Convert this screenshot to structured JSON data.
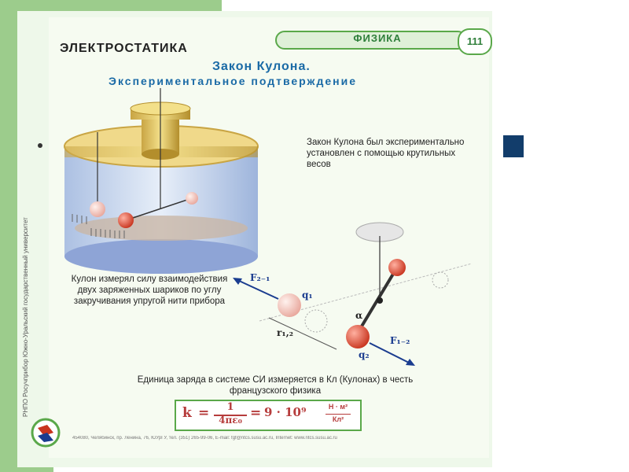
{
  "header": {
    "subject": "ФИЗИКА",
    "page_number": "111"
  },
  "section_title": "ЭЛЕКТРОСТАТИКА",
  "title": "Закон Кулона.",
  "subtitle": "Экспериментальное подтверждение",
  "text_blocks": {
    "intro": "Закон Кулона был экспериментально установлен с помощью крутильных весов",
    "method": "Кулон измерял силу взаимодействия двух заряженных шариков по углу закручивания упругой нити прибора",
    "unit": "Единица заряда в системе СИ измеряется в Кл (Кулонах) в честь французского физика"
  },
  "diagram_labels": {
    "force_21": "F₂₋₁",
    "q1": "q₁",
    "alpha": "α",
    "r12": "r₁,₂",
    "force_12": "F₁₋₂",
    "q2": "q₂"
  },
  "formula": {
    "k": "k",
    "numerator": "1",
    "denominator": "4πε₀",
    "equals": "=",
    "value": "9 · 10⁹",
    "unit_numerator": "Н · м²",
    "unit_denominator": "Кл²"
  },
  "side_text": "РНПО Росучприбор   Южно-Уральский государственный университет",
  "footer": "454080, Челябинск, пр. Ленина, 76, ЮУрГУ, тел. (351) 265-99-06, E-mail: fgf@ntcs.susu.ac.ru, Internet: www.ntcs.susu.ac.ru",
  "colors": {
    "accent_green": "#5aa84a",
    "title_blue": "#1a6aa6",
    "formula_red": "#b63c3c",
    "slide_square": "#123d6b"
  },
  "icons": {
    "logo": "publisher-logo-icon",
    "square": "slide-square-icon"
  }
}
